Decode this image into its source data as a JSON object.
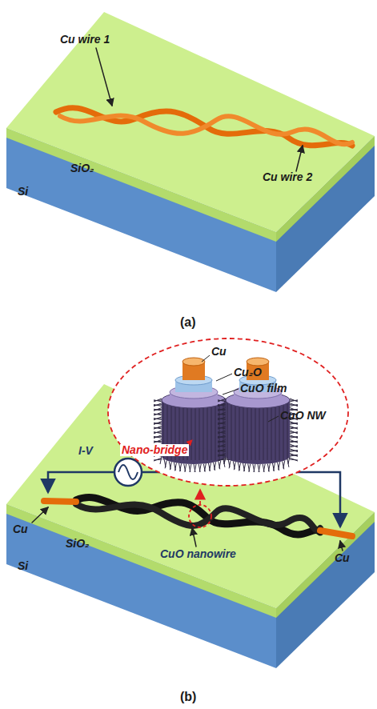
{
  "diagram": {
    "labels": [
      "Cu wire 1",
      "Cu wire 2",
      "SiO₂",
      "Si",
      "(a)",
      "Cu",
      "Cu₂O",
      "CuO film",
      "CuO  NW",
      "Nano-bridge",
      "I-V",
      "Cu",
      "CuO nanowire",
      "Cu",
      "SiO₂",
      "Si",
      "(b)"
    ]
  }
}
